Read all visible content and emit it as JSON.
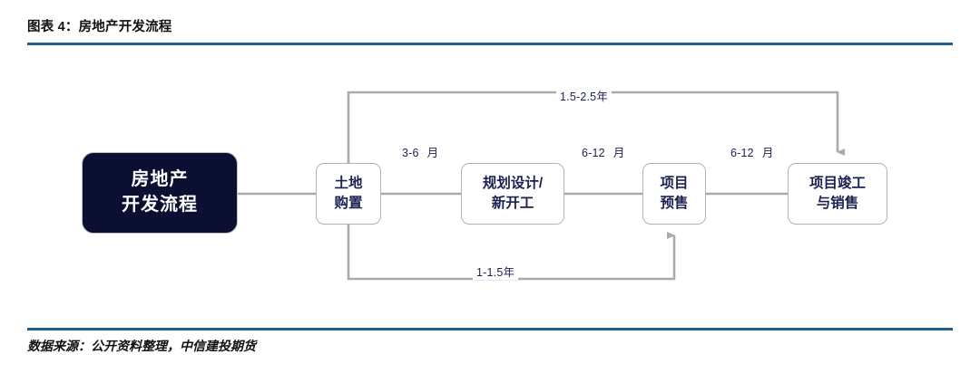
{
  "header": {
    "exhibit_title": "图表 4：房地产开发流程",
    "rule_color": "#1c5f93"
  },
  "footer": {
    "source_note": "数据来源：公开资料整理，中信建投期货",
    "rule_color": "#1c5f93"
  },
  "diagram": {
    "type": "flowchart",
    "accent_color": "#1b2050",
    "primary_node_fill": "#0b1033",
    "connector_color": "#aaaaaa",
    "nodes": [
      {
        "id": "root",
        "line1": "房地产",
        "line2": "开发流程",
        "style": "primary"
      },
      {
        "id": "land",
        "line1": "土地",
        "line2": "购置",
        "style": "plain"
      },
      {
        "id": "planning",
        "line1": "规划设计/",
        "line2": "新开工",
        "style": "plain"
      },
      {
        "id": "presale",
        "line1": "项目",
        "line2": "预售",
        "style": "plain"
      },
      {
        "id": "completion",
        "line1": "项目竣工",
        "line2": "与销售",
        "style": "plain"
      }
    ],
    "edge_labels": {
      "land_to_planning": {
        "value": "3-6",
        "unit": "月"
      },
      "planning_to_presale": {
        "value": "6-12",
        "unit": "月"
      },
      "presale_to_completion": {
        "value": "6-12",
        "unit": "月"
      },
      "long_cycle": {
        "text": "1.5-2.5年"
      },
      "short_cycle": {
        "text": "1-1.5年"
      }
    }
  }
}
